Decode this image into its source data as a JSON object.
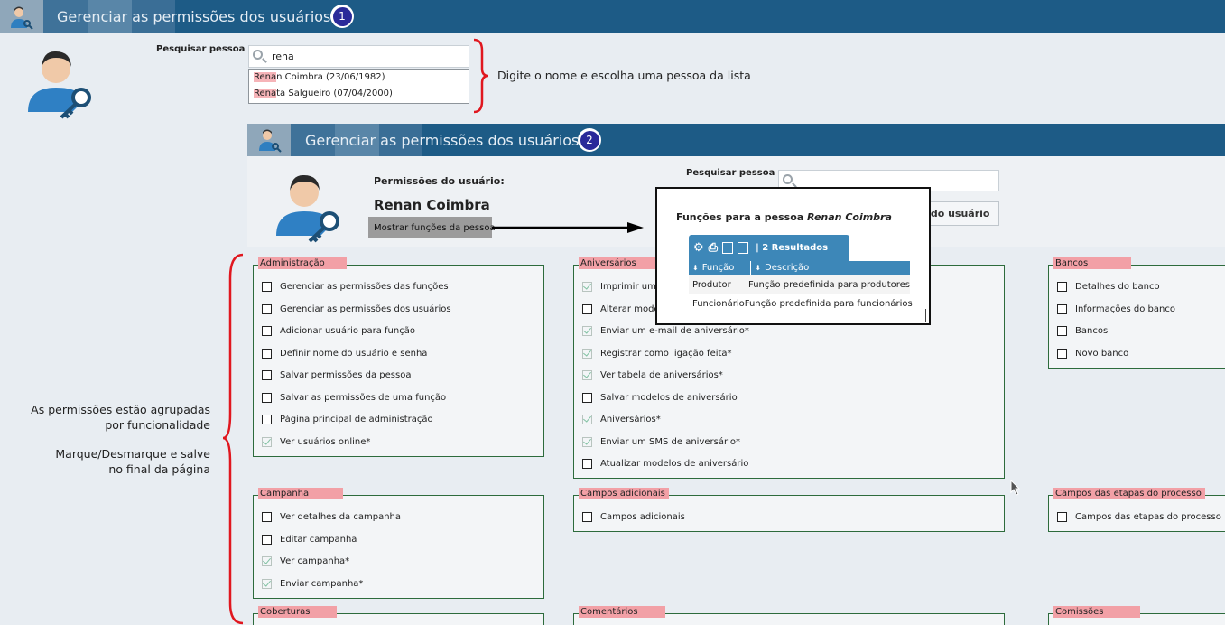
{
  "header1": {
    "title": "Gerenciar as permissões dos usuários",
    "step": "1"
  },
  "search1": {
    "label": "Pesquisar pessoa",
    "value": "rena",
    "results": [
      {
        "match": "Rena",
        "rest": "n Coimbra (23/06/1982)"
      },
      {
        "match": "Rena",
        "rest": "ta Salgueiro (07/04/2000)"
      }
    ],
    "annotation": "Digite o nome e escolha uma pessoa da lista"
  },
  "header2": {
    "title": "Gerenciar as permissões dos usuários",
    "step": "2"
  },
  "user": {
    "perm_label": "Permissões do usuário:",
    "name": "Renan Coimbra",
    "show_roles_button": "Mostrar funções da pessoa"
  },
  "search2": {
    "label": "Pesquisar pessoa",
    "value": "",
    "button_partial": "es do usuário"
  },
  "popup": {
    "title_prefix": "Funções para a pessoa ",
    "title_name": "Renan Coimbra",
    "results_count": "| 2 Resultados",
    "columns": [
      "Função",
      "Descrição"
    ],
    "rows": [
      [
        "Produtor",
        "Função predefinida para produtores"
      ],
      [
        "Funcionário",
        "Função predefinida para funcionários"
      ]
    ]
  },
  "side_annotation": {
    "line1": "As permissões estão agrupadas",
    "line2": "por funcionalidade",
    "line3": "Marque/Desmarque e salve",
    "line4": "no final da página"
  },
  "groups": {
    "administracao": {
      "title": "Administração",
      "items": [
        {
          "label": "Gerenciar as permissões das funções",
          "checked": false
        },
        {
          "label": "Gerenciar as permissões dos usuários",
          "checked": false
        },
        {
          "label": "Adicionar usuário para função",
          "checked": false
        },
        {
          "label": "Definir nome do usuário e senha",
          "checked": false
        },
        {
          "label": "Salvar permissões da pessoa",
          "checked": false
        },
        {
          "label": "Salvar as permissões de uma função",
          "checked": false
        },
        {
          "label": "Página principal de administração",
          "checked": false
        },
        {
          "label": "Ver usuários online*",
          "checked": true
        }
      ]
    },
    "aniversarios": {
      "title": "Aniversários",
      "items": [
        {
          "label": "Imprimir uma",
          "checked": true
        },
        {
          "label": "Alterar mode",
          "checked": false
        },
        {
          "label": "Enviar um e-mail de aniversário*",
          "checked": true
        },
        {
          "label": "Registrar como ligação feita*",
          "checked": true
        },
        {
          "label": "Ver tabela de aniversários*",
          "checked": true
        },
        {
          "label": "Salvar modelos de aniversário",
          "checked": false
        },
        {
          "label": "Aniversários*",
          "checked": true
        },
        {
          "label": "Enviar um SMS de aniversário*",
          "checked": true
        },
        {
          "label": "Atualizar modelos de aniversário",
          "checked": false
        }
      ]
    },
    "bancos": {
      "title": "Bancos",
      "items": [
        {
          "label": "Detalhes do banco",
          "checked": false
        },
        {
          "label": "Informações do banco",
          "checked": false
        },
        {
          "label": "Bancos",
          "checked": false
        },
        {
          "label": "Novo banco",
          "checked": false
        }
      ]
    },
    "campanha": {
      "title": "Campanha",
      "items": [
        {
          "label": "Ver detalhes da campanha",
          "checked": false
        },
        {
          "label": "Editar campanha",
          "checked": false
        },
        {
          "label": "Ver campanha*",
          "checked": true
        },
        {
          "label": "Enviar campanha*",
          "checked": true
        }
      ]
    },
    "campos_adicionais": {
      "title": "Campos adicionais",
      "items": [
        {
          "label": "Campos adicionais",
          "checked": false
        }
      ]
    },
    "campos_etapas": {
      "title": "Campos das etapas do processo",
      "items": [
        {
          "label": "Campos das etapas do processo",
          "checked": false
        }
      ]
    },
    "coberturas": {
      "title": "Coberturas"
    },
    "comentarios": {
      "title": "Comentários"
    },
    "comissoes": {
      "title": "Comissões"
    }
  },
  "colors": {
    "header": "#1d5b86",
    "annotation_red": "#e0171f",
    "group_title_bg": "#f2a0a6",
    "table_blue": "#3d87b8"
  }
}
